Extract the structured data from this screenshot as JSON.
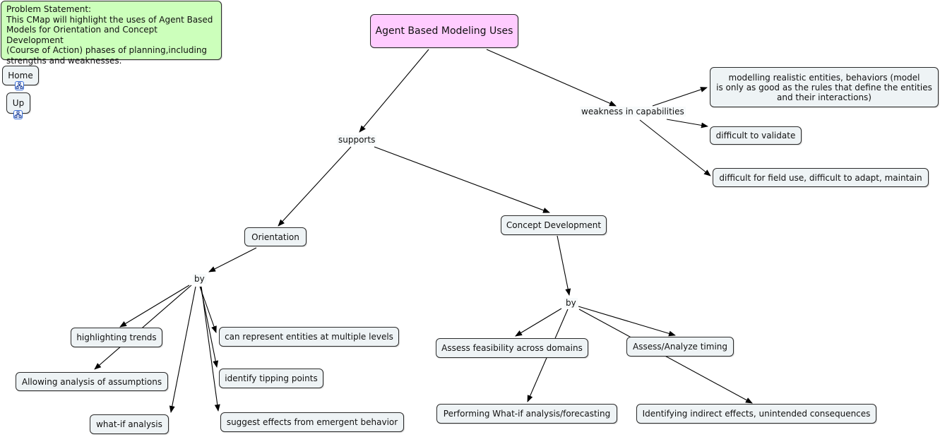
{
  "problem_statement": "Problem Statement:\nThis CMap will highlight the uses of Agent Based\nModels for Orientation and Concept Development\n(Course of Action) phases of planning,including\nstrengths and weaknesses.",
  "nav": {
    "home": "Home",
    "up": "Up",
    "icon": "concept-map-icon"
  },
  "root": "Agent Based Modeling Uses",
  "links": {
    "supports": "supports",
    "weakness": "weakness in capabilities",
    "by_orientation": "by",
    "by_concept": "by"
  },
  "concepts": {
    "orientation": "Orientation",
    "concept_development": "Concept Development"
  },
  "weaknesses": {
    "realistic": "modelling realistic entities, behaviors (model\nis only as good as the rules that define the entities\nand their interactions)",
    "validate": "difficult to validate",
    "field_use": "difficult for field use, difficult to adapt, maintain"
  },
  "orientation_uses": {
    "trends": "highlighting trends",
    "assumptions": "Allowing analysis of assumptions",
    "whatif": "what-if analysis",
    "multilevel": "can represent entities at multiple levels",
    "tipping": "identify tipping points",
    "emergent": "suggest effects from emergent behavior"
  },
  "concept_uses": {
    "feasibility": "Assess feasibility across domains",
    "forecasting": "Performing What-if analysis/forecasting",
    "timing": "Assess/Analyze timing",
    "indirect": "Identifying indirect effects, unintended consequences"
  },
  "colors": {
    "root_fill": "#ffccff",
    "problem_fill": "#ccffbb",
    "concept_fill": "#eef3f5",
    "icon_border": "#3a6fd8"
  }
}
